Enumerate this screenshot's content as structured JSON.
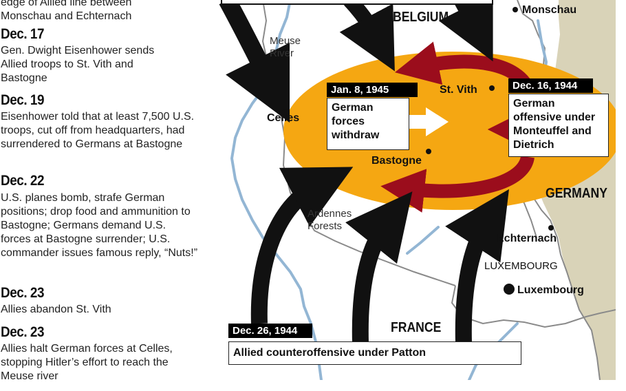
{
  "timeline": {
    "intro_fragment": "edge of Allied line between\nMonschau and Echternach",
    "events": [
      {
        "date": "Dec. 17",
        "text": "Gen. Dwight Eisenhower sends Allied troops to St. Vith and Bastogne"
      },
      {
        "date": "Dec. 19",
        "text": "Eisenhower told that at least 7,500 U.S. troops, cut off from headquarters, had surrendered to Germans at Bastogne"
      },
      {
        "date": "Dec. 22",
        "text": "U.S. planes bomb, strafe German positions; drop food and ammunition to Bastogne; Germans demand U.S. forces at Bastogne surrender; U.S. commander issues famous reply, “Nuts!”"
      },
      {
        "date": "Dec. 23",
        "text": "Allies abandon St. Vith"
      },
      {
        "date": "Dec. 23",
        "text": "Allies halt German forces at Celles, stopping Hitler’s effort to reach the Meuse river"
      }
    ]
  },
  "map": {
    "countries": {
      "belgium": "BELGIUM",
      "germany": "GERMANY",
      "france": "FRANCE",
      "luxembourg": "LUXEMBOURG"
    },
    "cities": {
      "monschau": "Monschau",
      "st_vith": "St. Vith",
      "celles": "Celles",
      "bastogne": "Bastogne",
      "echternach": "Echternach",
      "luxembourg": "Luxembourg"
    },
    "features": {
      "meuse_line1": "Meuse",
      "meuse_line2": "River",
      "ardennes_line1": "Ardennes",
      "ardennes_line2": "Forests"
    },
    "tags": {
      "jan8": "Jan. 8, 1945",
      "dec16": "Dec. 16, 1944",
      "dec26": "Dec. 26, 1944"
    },
    "callouts": {
      "german_withdraw": "German forces withdraw",
      "german_offensive": "German offensive under Monteuffel and Dietrich",
      "allied_counter": "Allied counteroffensive under Patton"
    },
    "colors": {
      "bulge": "#f5a712",
      "german_arrow": "#9b0d1c",
      "allied_arrow": "#111111",
      "river": "#93b6d4",
      "germany_land": "#d9d3b8",
      "map_land": "#ffffff"
    }
  }
}
